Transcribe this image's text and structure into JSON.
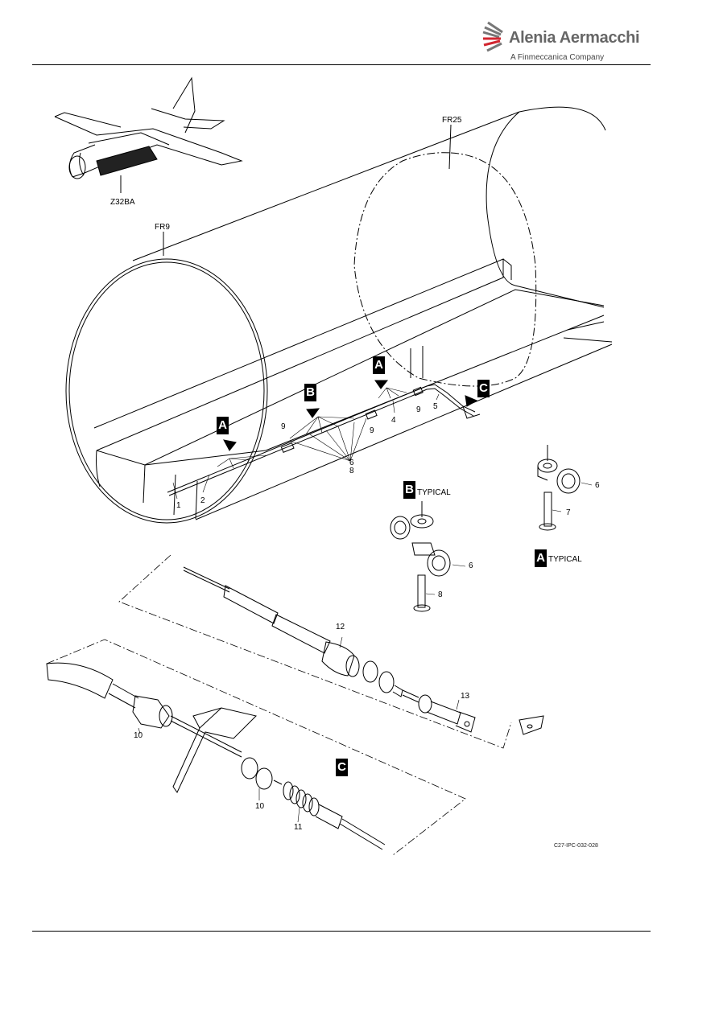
{
  "header": {
    "company_name": "Alenia Aermacchi",
    "company_sub": "A Finmeccanica Company",
    "logo_color": "#d22630"
  },
  "zone_label": "Z32BA",
  "frames": {
    "fwd": "FR9",
    "aft": "FR25"
  },
  "views": {
    "A": "A",
    "B": "B",
    "C": "C",
    "typical": "TYPICAL"
  },
  "callouts": {
    "c1": "1",
    "c2": "2",
    "c4": "4",
    "c5": "5",
    "c6a": "6",
    "c6b": "6",
    "c6c": "6",
    "c7": "7",
    "c8a": "8",
    "c8b": "8",
    "c9a": "9",
    "c9b": "9",
    "c9c": "9",
    "c10a": "10",
    "c10b": "10",
    "c11": "11",
    "c12": "12",
    "c13": "13"
  },
  "figure_ref": "C27-IPC-032-028"
}
